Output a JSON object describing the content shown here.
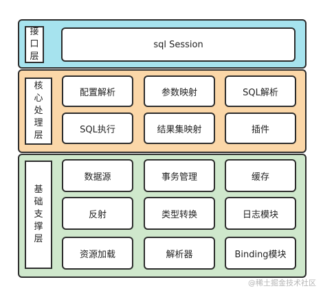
{
  "interface_layer": {
    "label": "接口层",
    "color": "#a6e3ee",
    "modules": [
      "sql Session"
    ]
  },
  "core_layer": {
    "label": "核心处理层",
    "color": "#fbd7a8",
    "modules": [
      "配置解析",
      "参数映射",
      "SQL解析",
      "SQL执行",
      "结果集映射",
      "插件"
    ]
  },
  "base_layer": {
    "label": "基础支撑层",
    "color": "#cfe8cc",
    "modules": [
      "数据源",
      "事务管理",
      "缓存",
      "反射",
      "类型转换",
      "日志模块",
      "资源加载",
      "解析器",
      "Binding模块"
    ]
  },
  "watermark": "@稀土掘金技术社区"
}
